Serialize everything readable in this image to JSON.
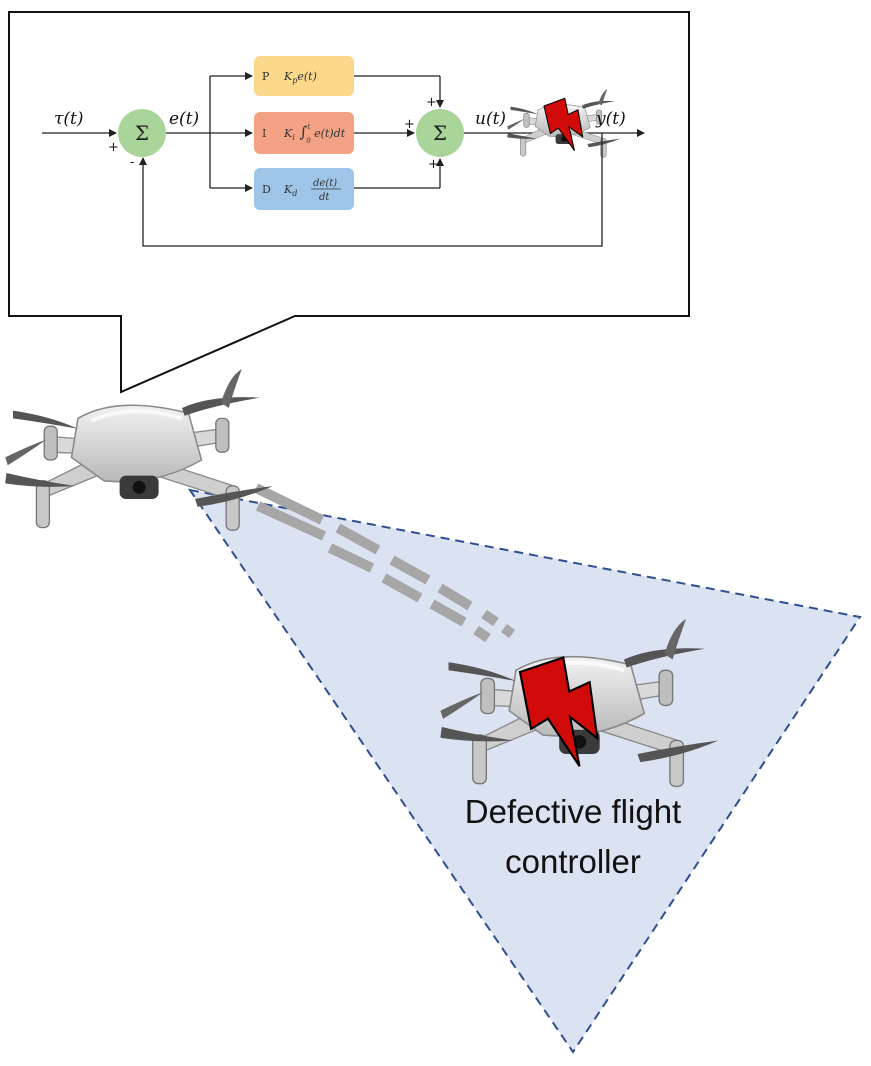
{
  "pid": {
    "input": "τ(t)",
    "error": "e(t)",
    "control": "u(t)",
    "output": "y(t)",
    "sum_symbol": "Σ",
    "sign_plus": "+",
    "sign_minus": "-",
    "p_letter": "P",
    "p_term": "K_p e(t)",
    "i_letter": "I",
    "i_term": "K_i ∫_0^t e(t)dt",
    "d_letter": "D",
    "d_term": "K_d de(t)/dt",
    "p_color": "#fcd88a",
    "i_color": "#f4a285",
    "d_color": "#9ec4e8",
    "sum_color": "#a9d49a"
  },
  "fault_icon": "lightning-bolt-icon",
  "fault_color": "#d10a0a",
  "region_color": "#dbe2f2",
  "region_border_color": "#2f4f8f",
  "caption": {
    "line1": "Defective flight",
    "line2": "controller"
  }
}
